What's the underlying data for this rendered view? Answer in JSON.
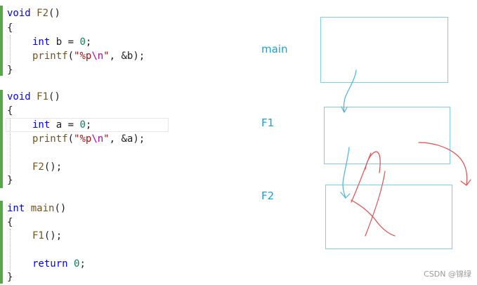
{
  "code": {
    "f2": {
      "sig_kw": "void",
      "sig_name": "F2",
      "sig_tail": "()",
      "open": "{",
      "line1": {
        "kw": "int",
        "rest": " b = ",
        "num": "0",
        "end": ";"
      },
      "line2": {
        "fn": "printf",
        "open": "(",
        "s1": "\"%p",
        "esc": "\\n",
        "s2": "\"",
        "rest": ", &b);"
      },
      "close": "}"
    },
    "f1": {
      "sig_kw": "void",
      "sig_name": "F1",
      "sig_tail": "()",
      "open": "{",
      "line1": {
        "kw": "int",
        "rest": " a = ",
        "num": "0",
        "end": ";"
      },
      "line2": {
        "fn": "printf",
        "open": "(",
        "s1": "\"%p",
        "esc": "\\n",
        "s2": "\"",
        "rest": ", &a);"
      },
      "line3": {
        "fn": "F2",
        "rest": "();"
      },
      "close": "}"
    },
    "main": {
      "sig_kw": "int",
      "sig_name": "main",
      "sig_tail": "()",
      "open": "{",
      "line1": {
        "fn": "F1",
        "rest": "();"
      },
      "line2": {
        "kw": "return",
        "rest": " ",
        "num": "0",
        "end": ";"
      },
      "close": "}"
    }
  },
  "diagram": {
    "labels": {
      "main": "main",
      "f1": "F1",
      "f2": "F2"
    },
    "colors": {
      "label": "#1aa0d8",
      "frame_border": "#7fd0e6",
      "blue_stroke": "#4ab3e0",
      "red_stroke": "#e05050"
    }
  },
  "watermark": "CSDN @锦绿"
}
